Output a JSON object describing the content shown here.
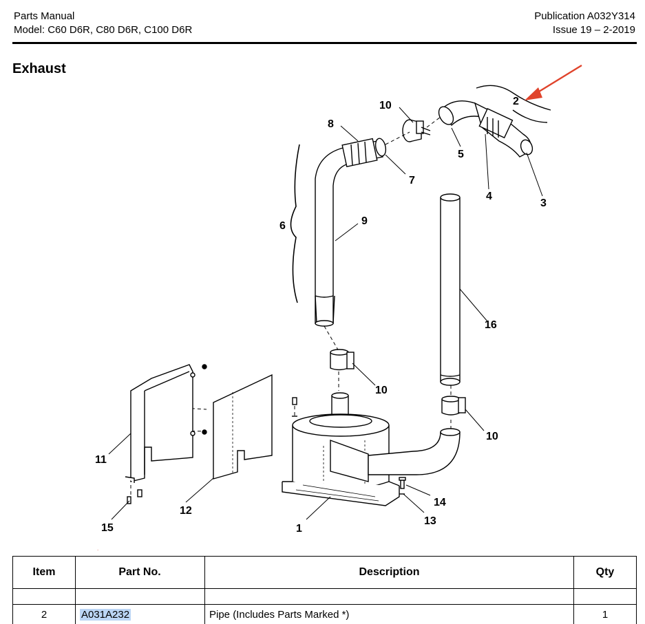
{
  "header": {
    "doc_type": "Parts Manual",
    "model": "Model: C60 D6R, C80 D6R, C100 D6R",
    "publication": "Publication A032Y314",
    "issue": "Issue 19 – 2-2019"
  },
  "section": {
    "title": "Exhaust"
  },
  "diagram": {
    "callouts": [
      "1",
      "2",
      "3",
      "4",
      "5",
      "6",
      "7",
      "8",
      "9",
      "10",
      "10",
      "10",
      "10",
      "11",
      "12",
      "13",
      "14",
      "15",
      "16"
    ],
    "annotation_color": "#e0432b"
  },
  "table": {
    "headers": {
      "item": "Item",
      "part_no": "Part No.",
      "description": "Description",
      "qty": "Qty"
    },
    "rows": [
      {
        "item": "2",
        "part_no": "A031A232",
        "description": "Pipe (Includes Parts Marked *)",
        "qty": "1"
      }
    ]
  }
}
